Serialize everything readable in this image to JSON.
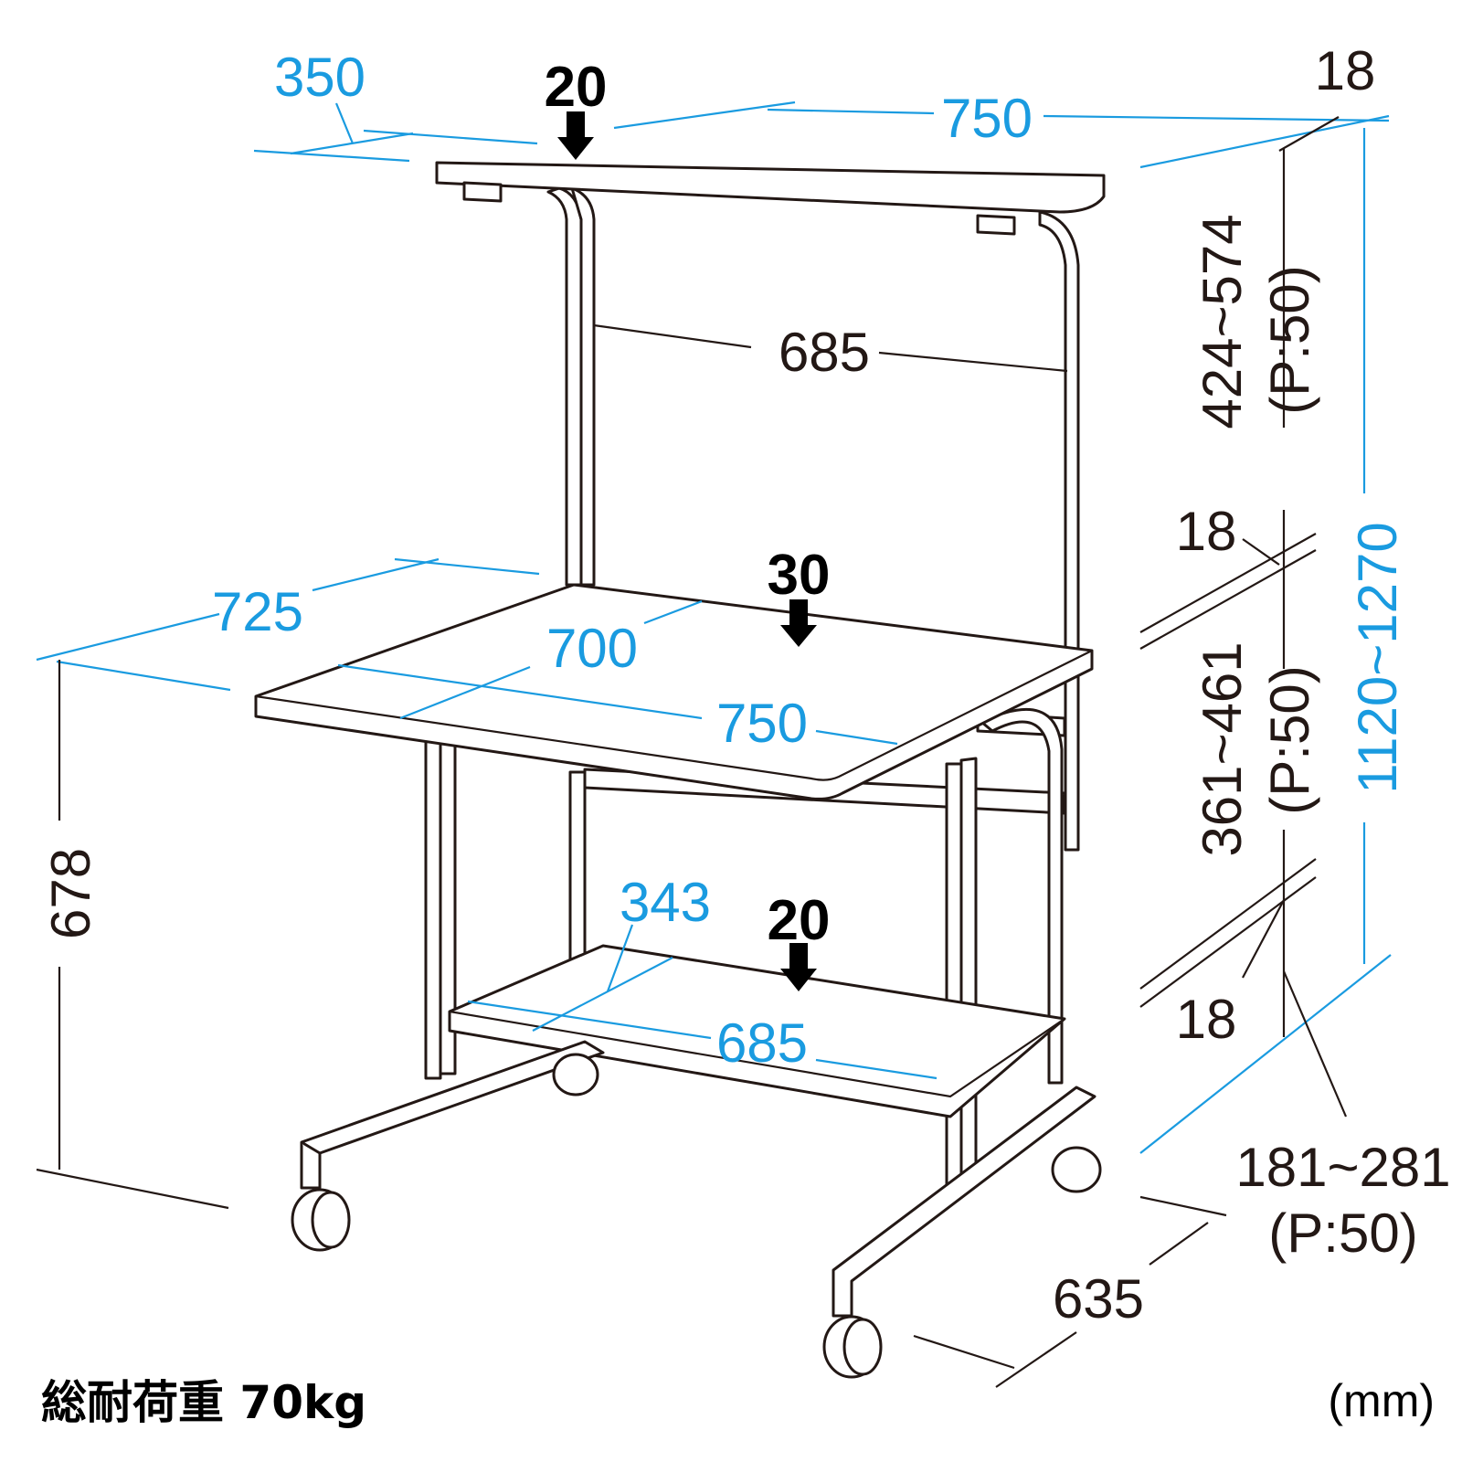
{
  "colors": {
    "dimension_blue": "#1a9be0",
    "dimension_dark": "#231815"
  },
  "labels": {
    "top_depth": "350",
    "top_width": "750",
    "top_thickness": "18",
    "top_load": "20",
    "top_shelf_height": "424~574",
    "top_shelf_pitch": "(P:50)",
    "inner_width": "685",
    "mid_thickness": "18",
    "desk_depth": "725",
    "desk_inner_depth": "700",
    "desk_load": "30",
    "desk_width": "750",
    "total_height": "1120~1270",
    "desk_height_range": "361~461",
    "desk_pitch": "(P:50)",
    "desk_height": "678",
    "bottom_shelf_depth": "343",
    "bottom_load": "20",
    "bottom_shelf_width": "685",
    "bottom_thickness": "18",
    "bottom_shelf_height": "181~281",
    "bottom_pitch": "(P:50)",
    "base_depth": "635"
  },
  "footer": {
    "total_load": "総耐荷重 70kg",
    "unit": "(mm)"
  }
}
